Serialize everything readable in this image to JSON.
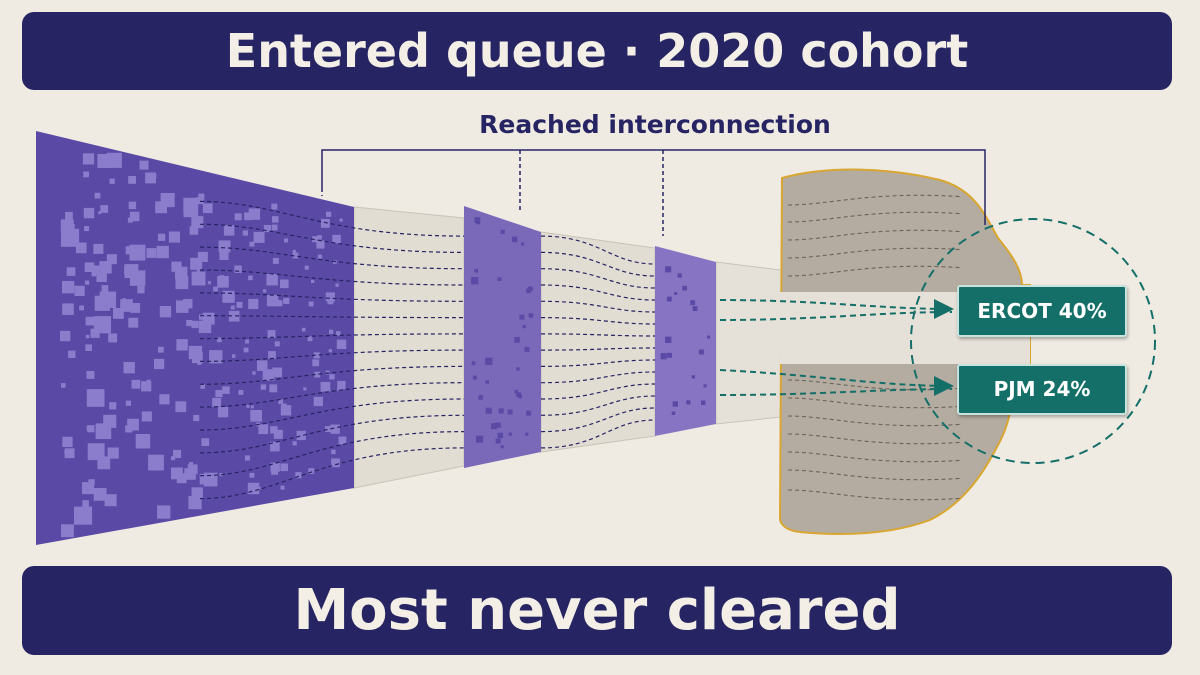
{
  "title": "Entered queue · 2020 cohort",
  "bracket_label": "Reached interconnection",
  "footer": "Most never cleared",
  "outcomes": [
    {
      "label": "ERCOT 40%",
      "region": "ERCOT",
      "share_percent": 40
    },
    {
      "label": "PJM 24%",
      "region": "PJM",
      "share_percent": 24
    }
  ],
  "colors": {
    "banner": "#262462",
    "banner_text": "#f3efe6",
    "funnel_dark": "#5a4aa6",
    "funnel_mid": "#7a68b9",
    "funnel_light": "#8774c2",
    "discard_gray": "#b4aca0",
    "discard_edge": "#d9a631",
    "accent_teal": "#146f68"
  }
}
